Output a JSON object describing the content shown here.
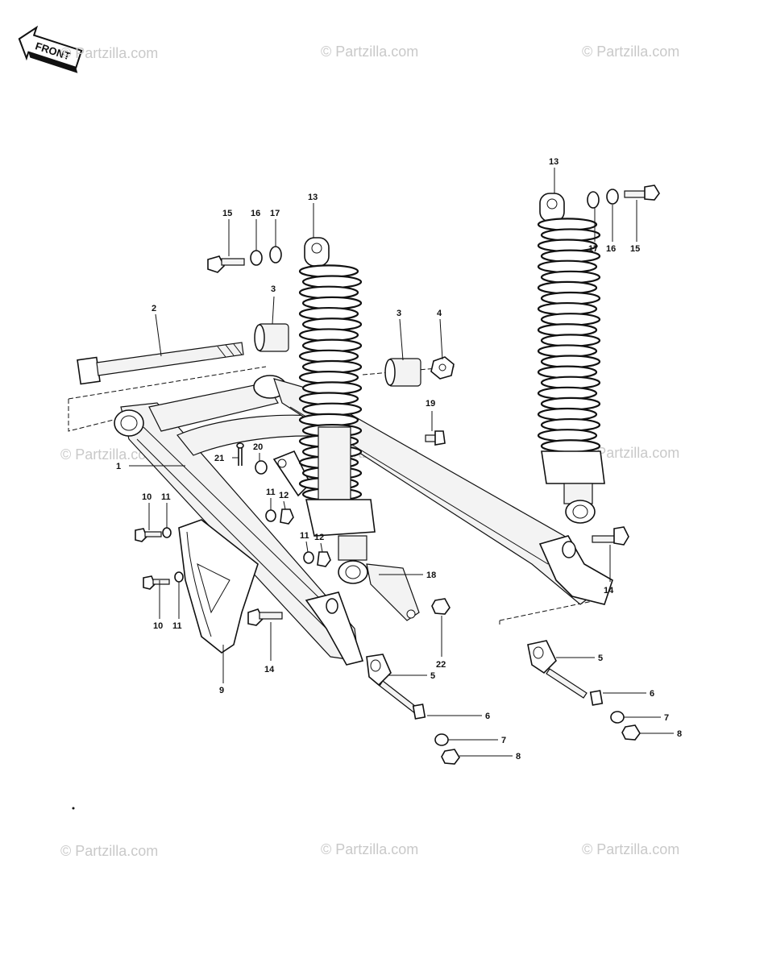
{
  "front_label": "FRONT",
  "watermark": "© Partzilla.com",
  "callouts": {
    "p1": "1",
    "p2": "2",
    "p3a": "3",
    "p3b": "3",
    "p4": "4",
    "p5a": "5",
    "p5b": "5",
    "p6a": "6",
    "p6b": "6",
    "p7a": "7",
    "p7b": "7",
    "p8a": "8",
    "p8b": "8",
    "p9": "9",
    "p10a": "10",
    "p10b": "10",
    "p11a": "11",
    "p11b": "11",
    "p11c": "11",
    "p11d": "11",
    "p12a": "12",
    "p12b": "12",
    "p13a": "13",
    "p13b": "13",
    "p14a": "14",
    "p14b": "14",
    "p15a": "15",
    "p15b": "15",
    "p16a": "16",
    "p16b": "16",
    "p17a": "17",
    "p17b": "17",
    "p18": "18",
    "p19": "19",
    "p20": "20",
    "p21": "21",
    "p22": "22"
  }
}
